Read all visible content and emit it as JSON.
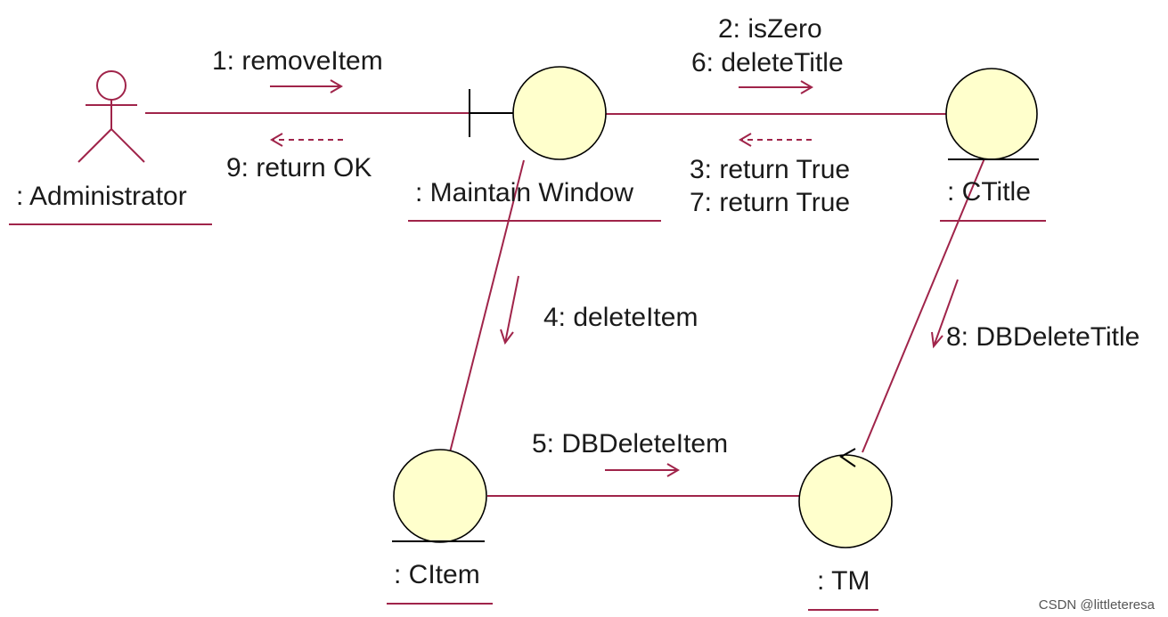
{
  "objects": {
    "administrator": {
      "name": ": Administrator"
    },
    "maintain_window": {
      "name": ": Maintain Window"
    },
    "ctitle": {
      "name": ": CTitle"
    },
    "citem": {
      "name": ": CItem"
    },
    "tm": {
      "name": ": TM"
    }
  },
  "messages": {
    "m1": "1: removeItem",
    "m9": "9: return OK",
    "m2": "2: isZero",
    "m6": "6: deleteTitle",
    "m3": "3: return True",
    "m7": "7: return True",
    "m4": "4: deleteItem",
    "m5": "5: DBDeleteItem",
    "m8": "8: DBDeleteTitle"
  },
  "watermark": "CSDN @littleteresa",
  "colors": {
    "link": "#a0244a",
    "object_fill": "#ffffcc",
    "text": "#1a1a1a"
  }
}
